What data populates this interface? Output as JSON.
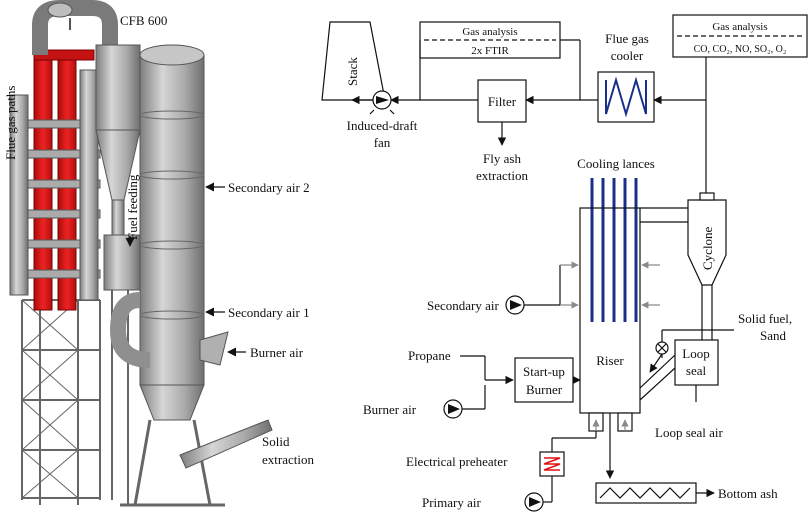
{
  "render_3d": {
    "plant_name": "CFB 600",
    "flue_gas_paths": "Flue gas paths",
    "fuel_feeding": "Fuel feeding",
    "secondary_air_2": "Secondary air 2",
    "secondary_air_1": "Secondary air 1",
    "burner_air": "Burner air",
    "solid_extraction_1": "Solid",
    "solid_extraction_2": "extraction"
  },
  "schematic": {
    "stack": "Stack",
    "gas_analysis_left_title": "Gas analysis",
    "gas_analysis_left_value": "2x FTIR",
    "gas_analysis_right_title": "Gas analysis",
    "gas_analysis_right_value": "CO, CO₂, NO, SO₂, O₂",
    "flue_gas_cooler_1": "Flue gas",
    "flue_gas_cooler_2": "cooler",
    "filter": "Filter",
    "induced_draft_1": "Induced-draft",
    "induced_draft_2": "fan",
    "fly_ash_1": "Fly ash",
    "fly_ash_2": "extraction",
    "cooling_lances": "Cooling lances",
    "cyclone": "Cyclone",
    "secondary_air": "Secondary air",
    "solid_fuel_1": "Solid fuel,",
    "solid_fuel_2": "Sand",
    "propane": "Propane",
    "riser": "Riser",
    "startup_1": "Start-up",
    "startup_2": "Burner",
    "loop_seal_1": "Loop",
    "loop_seal_2": "seal",
    "burner_air": "Burner air",
    "loop_seal_air": "Loop seal air",
    "electrical_preheater": "Electrical preheater",
    "primary_air": "Primary air",
    "bottom_ash": "Bottom ash"
  },
  "colors": {
    "steel": "#a8a8a8",
    "flue_gas_red": "#d41414",
    "cooling_lance_blue": "#1a2f8a",
    "heater_red": "#e01010",
    "line": "#111111",
    "gray_arrow": "#8a8a8a"
  }
}
